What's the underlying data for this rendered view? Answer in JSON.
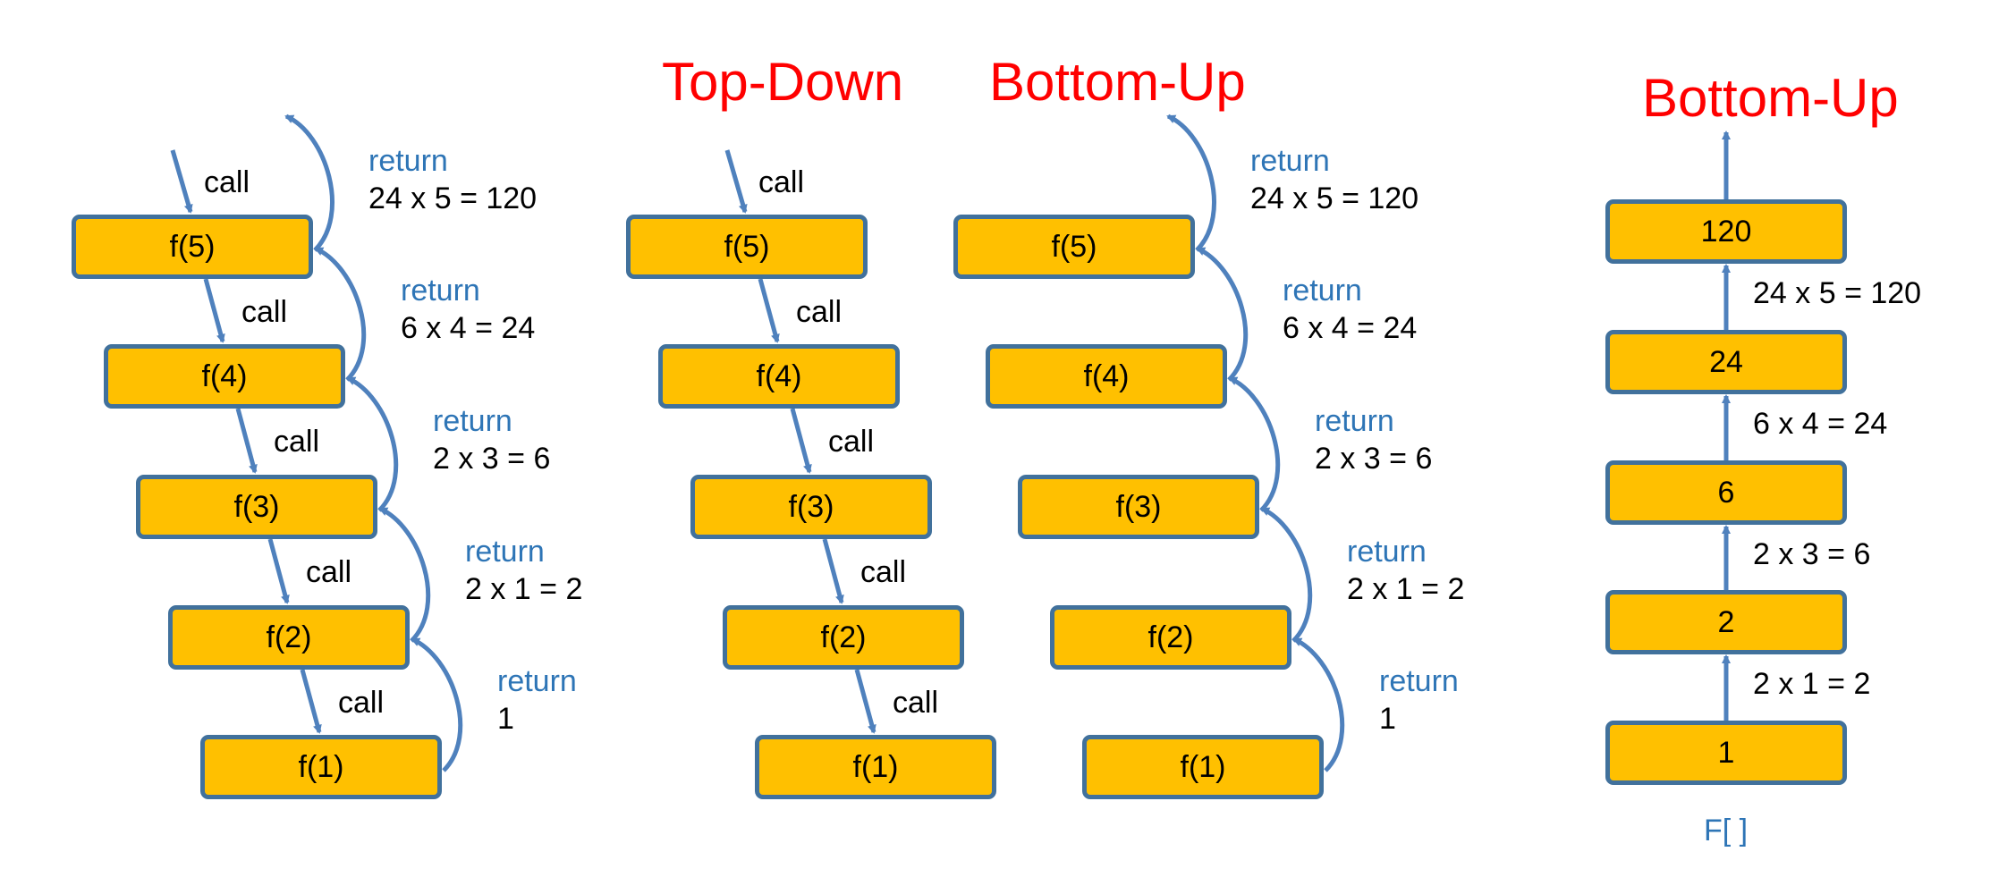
{
  "titles": {
    "top_down": "Top-Down",
    "bottom_up_1": "Bottom-Up",
    "bottom_up_2": "Bottom-Up"
  },
  "call_label": "call",
  "return_label": "return",
  "nodes": [
    "f(5)",
    "f(4)",
    "f(3)",
    "f(2)",
    "f(1)"
  ],
  "return_values": [
    "24 x 5 = 120",
    "6 x 4 = 24",
    "2 x 3 = 6",
    "2 x 1 = 2",
    "1"
  ],
  "array": {
    "cells": [
      "120",
      "24",
      "6",
      "2",
      "1"
    ],
    "steps": [
      "24 x 5 = 120",
      "6 x 4 = 24",
      "2 x 3 = 6",
      "2 x 1 = 2"
    ],
    "caption": "F[ ]"
  },
  "colors": {
    "node_fill": "#ffc000",
    "node_border": "#41719c",
    "arrow": "#4f81bd",
    "label_blue": "#2e75b6",
    "title": "#ff0000"
  }
}
